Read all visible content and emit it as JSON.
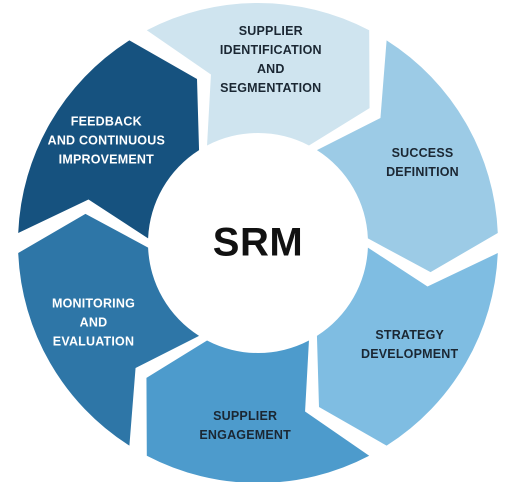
{
  "center": {
    "label": "SRM",
    "color": "#111111"
  },
  "segments": [
    {
      "id": "supplier-identification",
      "lines": [
        "SUPPLIER",
        "IDENTIFICATION",
        "AND",
        "SEGMENTATION"
      ],
      "fill": "#cfe4ef",
      "text_color": "#1b2733"
    },
    {
      "id": "success-definition",
      "lines": [
        "SUCCESS",
        "DEFINITION"
      ],
      "fill": "#9ccbe6",
      "text_color": "#1b2733"
    },
    {
      "id": "strategy-development",
      "lines": [
        "STRATEGY",
        "DEVELOPMENT"
      ],
      "fill": "#7fbde2",
      "text_color": "#1b2733"
    },
    {
      "id": "supplier-engagement",
      "lines": [
        "SUPPLIER",
        "ENGAGEMENT"
      ],
      "fill": "#4d9bcc",
      "text_color": "#1b2733"
    },
    {
      "id": "monitoring-and-evaluation",
      "lines": [
        "MONITORING",
        "AND",
        "EVALUATION"
      ],
      "fill": "#2e76a7",
      "text_color": "#ffffff"
    },
    {
      "id": "feedback-and-continuous-improvement",
      "lines": [
        "FEEDBACK",
        "AND CONTINUOUS",
        "IMPROVEMENT"
      ],
      "fill": "#16527f",
      "text_color": "#ffffff"
    }
  ]
}
